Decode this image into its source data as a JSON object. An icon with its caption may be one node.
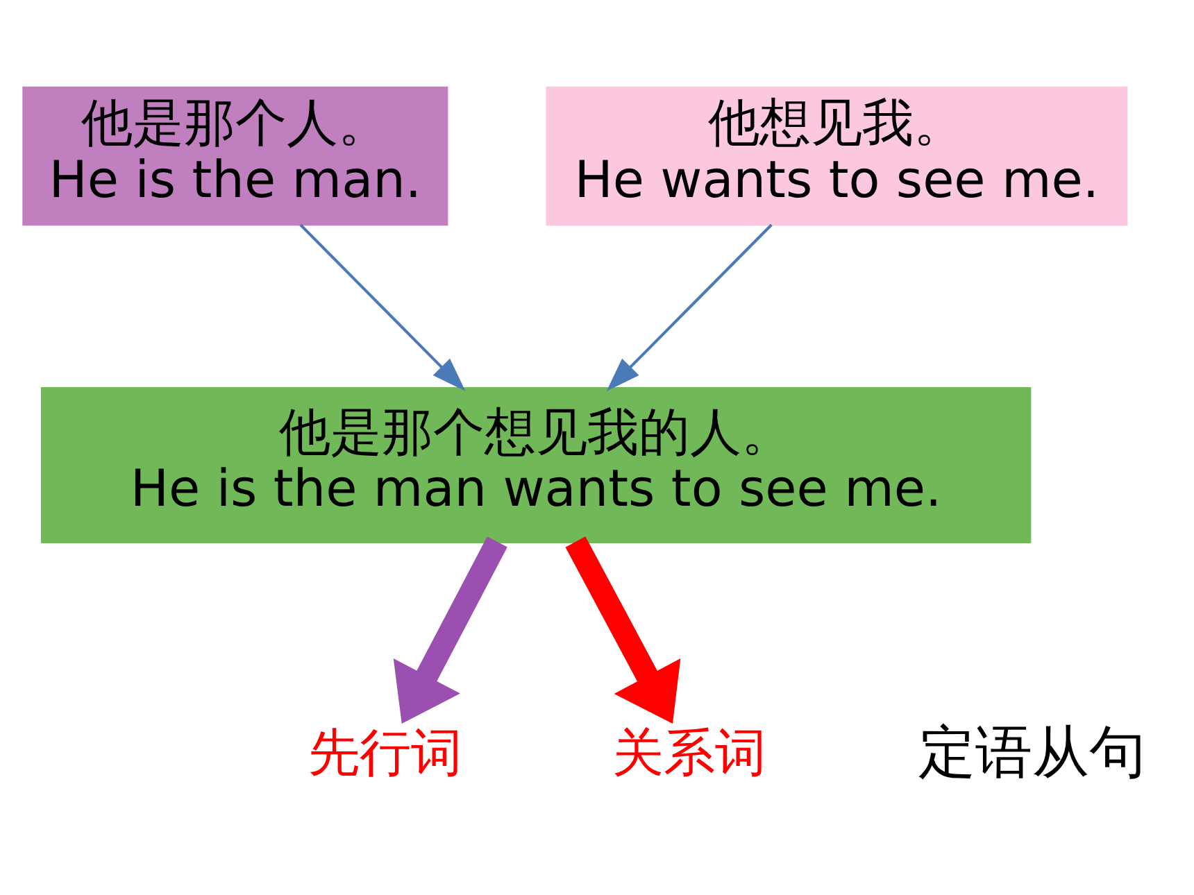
{
  "diagram": {
    "nodes": [
      {
        "text": [
          "他是那个人。",
          "He is the man."
        ]
      },
      {
        "text": [
          "他想见我。",
          "He wants to see me."
        ]
      },
      {
        "text": [
          "他是那个想见我的人。",
          "He is the man wants to see me."
        ]
      },
      {
        "text": [
          "先行词"
        ]
      },
      {
        "text": [
          "关系词"
        ]
      }
    ],
    "edges": [
      {
        "from": 0,
        "to": 2,
        "arrow": "to"
      },
      {
        "from": 1,
        "to": 2,
        "arrow": "to"
      },
      {
        "from": 2,
        "to": 3,
        "arrow": "to",
        "style": "thick",
        "color": "#9b4fb0"
      },
      {
        "from": 2,
        "to": 4,
        "arrow": "to",
        "style": "thick",
        "color": "#ff0000"
      }
    ],
    "labels": [
      "定语从句"
    ]
  }
}
